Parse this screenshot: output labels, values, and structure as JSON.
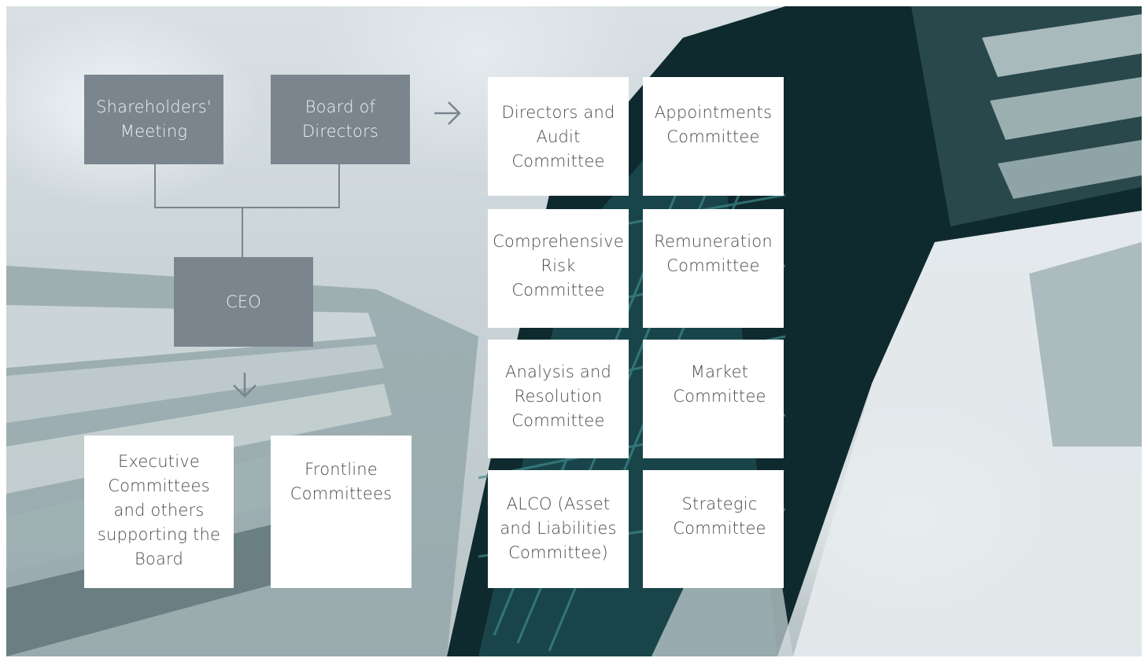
{
  "governance": {
    "shareholders_meeting": "Shareholders'\nMeeting",
    "board_of_directors": "Board of\nDirectors",
    "ceo": "CEO",
    "executive_committees": "Executive\nCommittees\nand others\nsupporting the\nBoard",
    "frontline_committees": "Frontline\nCommittees"
  },
  "board_committees": [
    {
      "label": "Directors and\nAudit\nCommittee"
    },
    {
      "label": "Appointments\nCommittee"
    },
    {
      "label": "Comprehensive\nRisk Committee"
    },
    {
      "label": "Remuneration\nCommittee"
    },
    {
      "label": "Analysis and\nResolution\nCommittee"
    },
    {
      "label": "Market\nCommittee"
    },
    {
      "label": "ALCO (Asset\nand Liabilities\nCommittee)"
    },
    {
      "label": "Strategic\nCommittee"
    }
  ],
  "colors": {
    "grey_box": "#7b858e",
    "white_box": "#ffffff",
    "text_dark": "#4a4a4a",
    "connector": "#7b858e"
  },
  "icons": {
    "right_arrow": "arrow-right-icon",
    "down_arrow": "arrow-down-icon"
  }
}
